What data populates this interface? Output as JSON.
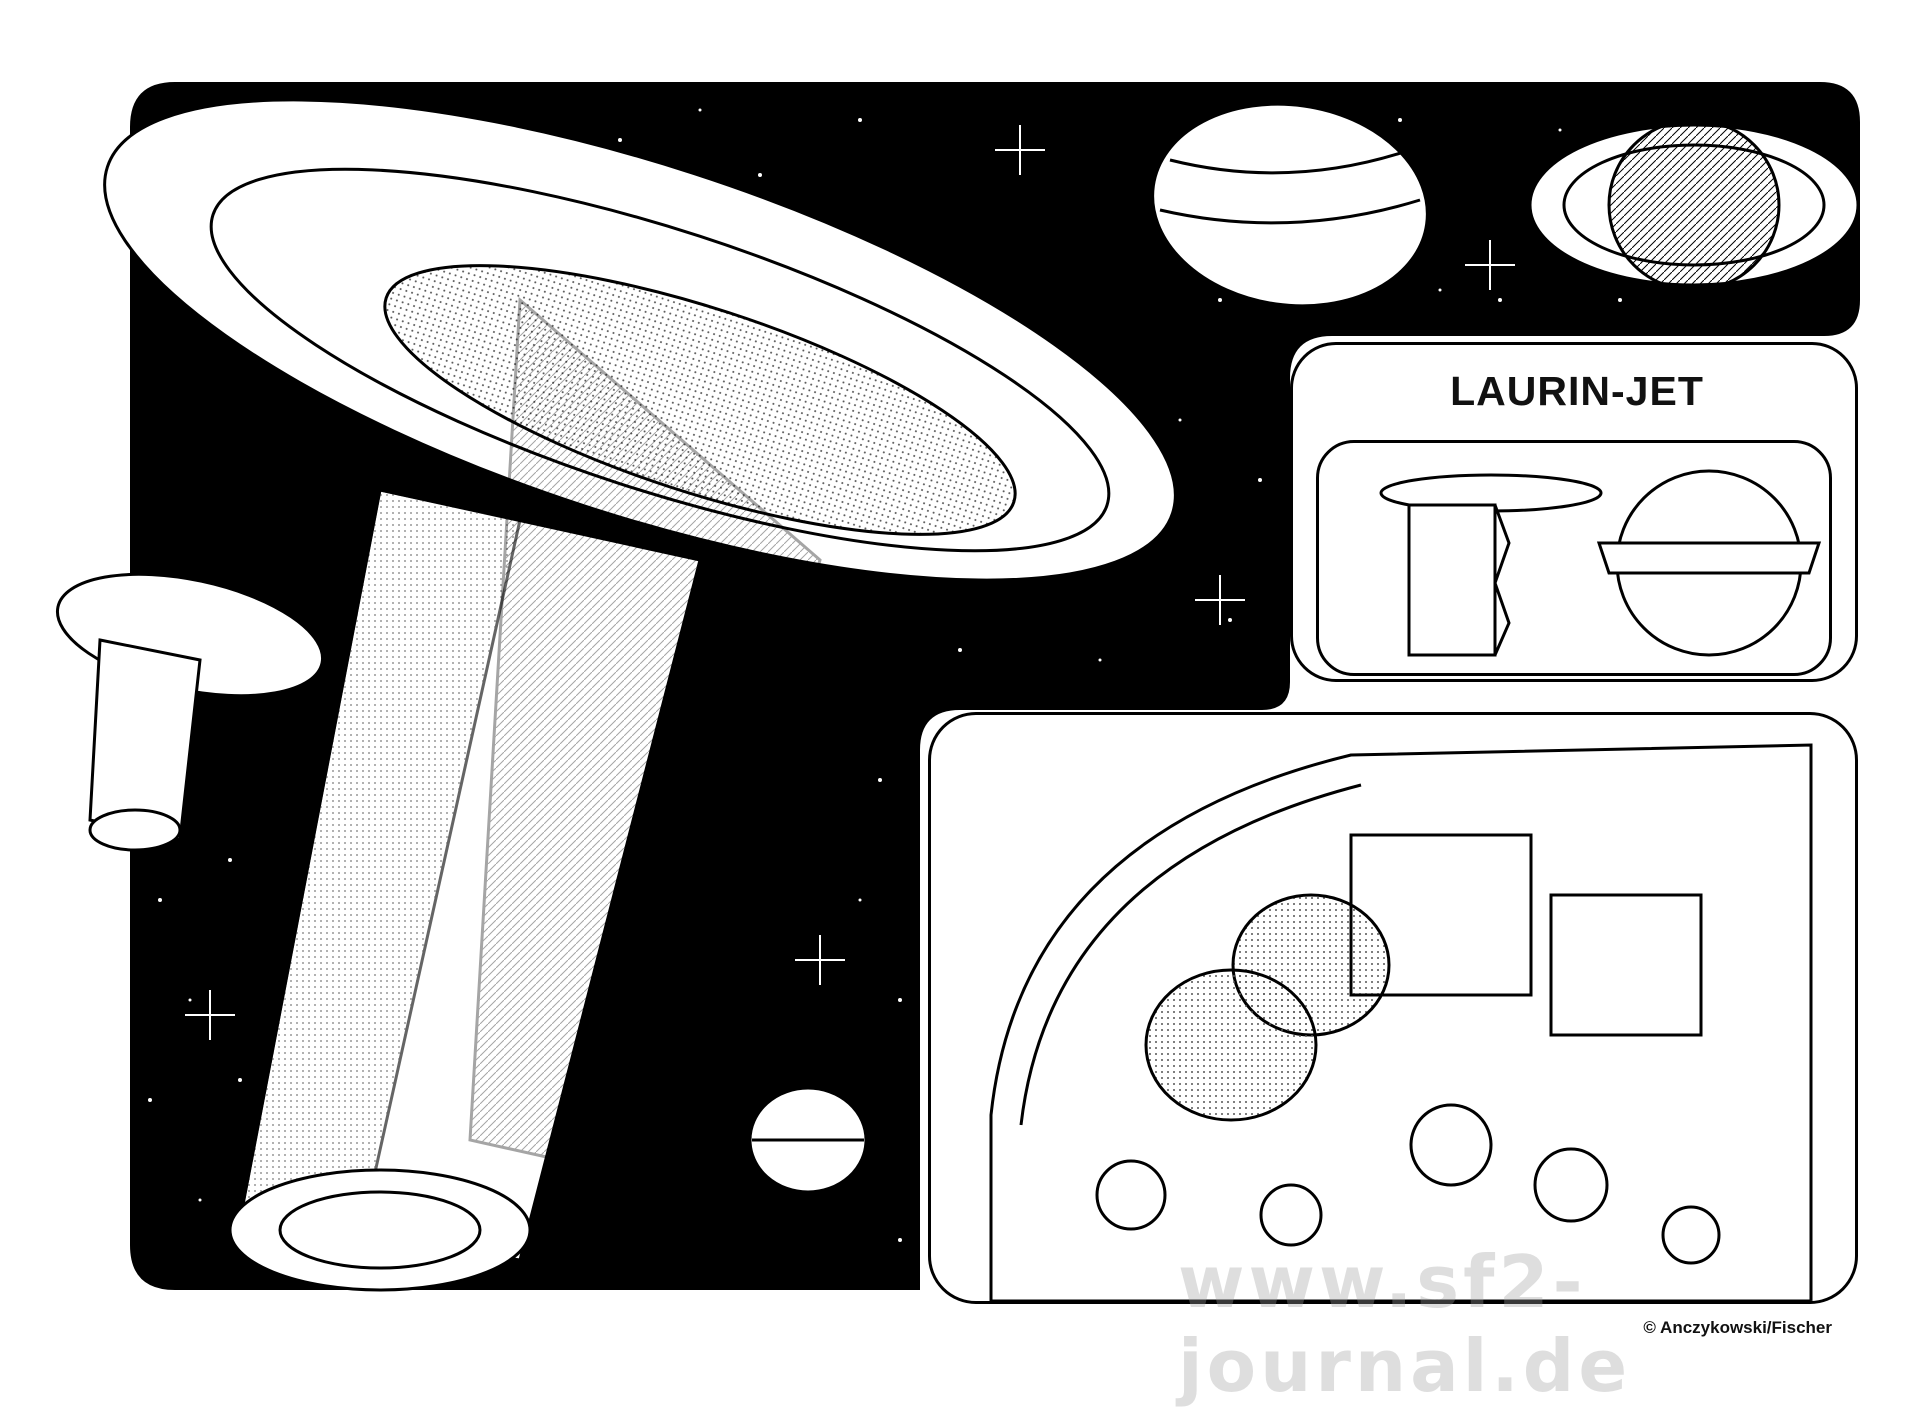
{
  "artwork": {
    "title": "LAURIN-JET",
    "credit": "© Anczykowski/Fischer",
    "watermark": "www.sf2-journal.de"
  },
  "colors": {
    "ink": "#000000",
    "paper": "#ffffff",
    "watermark": "#b4b4b4"
  },
  "panels": {
    "starfield": "space-background-with-stars-and-planets",
    "thumbnails": [
      "side-view-silhouette",
      "front-view-silhouette"
    ],
    "detail": "saucer-interior-cutaway"
  }
}
